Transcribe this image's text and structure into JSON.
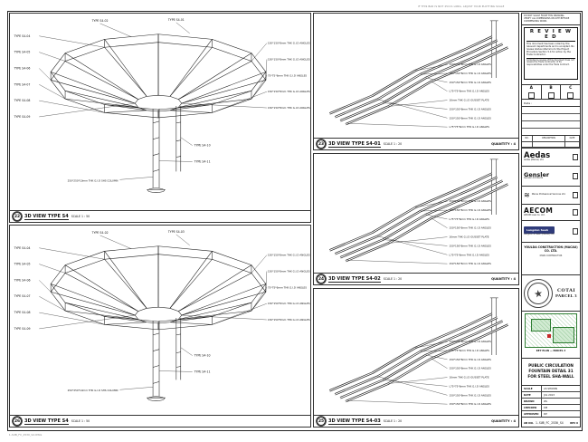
{
  "sheet": {
    "top_note": "IF THIS BAR IS NOT 25mm LONG, ADJUST YOUR PLOTTING SCALE",
    "plot_stamp": "1-SUB_FC_2530_S4.DWG"
  },
  "panels": {
    "left_top": {
      "bubble": "22",
      "title": "3D VIEW TYPE S4",
      "scale": "SCALE 1 : 50",
      "labels": [
        "TYPE S4-02",
        "TYPE S4-01",
        "TYPE S4-04",
        "TYPE S4-05",
        "TYPE S4-06",
        "TYPE S4-07",
        "TYPE S4-08",
        "TYPE S4-09",
        "150*150*8mm THK G.I.D ANGLES",
        "150*150*8mm THK G.I.D ANGLES",
        "75*75*6mm THK G.I.D ANGLES",
        "150*150*8mm THK G.I.D ANGLES",
        "150*150*8mm THK G.I.D ANGLES",
        "TYPE S4-10",
        "TYPE S4-11",
        "250*250*10mm THK G.I.D SHS COLUMN"
      ]
    },
    "left_bottom": {
      "bubble": "26",
      "title": "3D VIEW TYPE S4",
      "scale": "SCALE 1 : 50",
      "labels": [
        "TYPE S4-02",
        "TYPE S4-03",
        "TYPE S4-04",
        "TYPE S4-05",
        "TYPE S4-06",
        "TYPE S4-07",
        "TYPE S4-08",
        "TYPE S4-09",
        "150*150*8mm THK G.I.D ANGLES",
        "150*150*8mm THK G.I.D ANGLES",
        "75*75*6mm THK G.I.D ANGLES",
        "150*150*8mm THK G.I.D ANGLES",
        "150*150*8mm THK G.I.D ANGLES",
        "TYPE S4-10",
        "TYPE S4-11",
        "250*250*10mm THK G.I.D SHS COLUMN"
      ]
    },
    "mid_top": {
      "bubble": "23",
      "title": "3D VIEW TYPE S4-01",
      "scale": "SCALE 1 : 20",
      "quantity": "QUANTITY : 4",
      "labels": [
        "150*150*8mm THK G.I.D ANGLES",
        "150*150*8mm THK G.I.D ANGLES",
        "150*150*8mm THK G.I.D ANGLES",
        "L75*75*6mm THK G.I.D ANGLES",
        "16mm THK G.I.D GUSSET PLATE",
        "150*150*8mm THK G.I.D ANGLES",
        "150*150*8mm THK G.I.D ANGLES",
        "L75*75*6mm THK G.I.D ANGLES"
      ]
    },
    "mid_mid": {
      "bubble": "24",
      "title": "3D VIEW TYPE S4-02",
      "scale": "SCALE 1 : 20",
      "quantity": "QUANTITY : 4",
      "labels": [
        "150*150*8mm THK G.I.D ANGLES",
        "150*150*8mm THK G.I.D ANGLES",
        "L75*75*6mm THK G.I.D ANGLES",
        "150*150*8mm THK G.I.D ANGLES",
        "16mm THK G.I.D GUSSET PLATE",
        "150*150*8mm THK G.I.D ANGLES",
        "L75*75*6mm THK G.I.D ANGLES",
        "150*150*8mm THK G.I.D ANGLES"
      ]
    },
    "mid_bot": {
      "bubble": "25",
      "title": "3D VIEW TYPE S4-03",
      "scale": "SCALE 1 : 20",
      "quantity": "QUANTITY : 4",
      "labels": [
        "150*150*8mm THK G.I.D ANGLES",
        "L75*75*6mm THK G.I.D ANGLES",
        "150*150*8mm THK G.I.D ANGLES",
        "150*150*8mm THK G.I.D ANGLES",
        "16mm THK G.I.D GUSSET PLATE",
        "L75*75*6mm THK G.I.D ANGLES",
        "150*150*8mm THK G.I.D ANGLES",
        "150*150*8mm THK G.I.D ANGLES"
      ]
    }
  },
  "titleblock": {
    "top_lines": [
      "DO NOT SCALE FROM THIS DRAWING.",
      "VERIFY ALL DIMENSIONS ON SITE BEFORE COMMENCING WORK."
    ],
    "reviewed": {
      "title": "R E V I E W E D",
      "body": "This document has been noted by the relevant departments and is accepted. No review status referral is to the Project Procedure Section 5.4 for action by the Trade Contractor.",
      "note": "Compliance review of this document does not relieve the Trade Contractor of its responsibilities under the Trade Contract.",
      "col_a": "A",
      "col_b": "B",
      "col_c": "C",
      "date_label": "Date :"
    },
    "rev_table": {
      "c1": "NO.",
      "c2": "DESCRIPTION",
      "c3": "DATE"
    },
    "consultants": [
      {
        "brand": "Aedas",
        "name": "Aedas (Macau) Ltd."
      },
      {
        "brand": "Gensler",
        "name": "Gensler Architects"
      },
      {
        "brand": "≋",
        "name": "Macau Professional Services Ltd."
      },
      {
        "brand": "AECOM",
        "name": "AECOM Asia Co. Ltd."
      },
      {
        "brand": "Langdon Seah",
        "name": "Langdon & Seah (Macau) Ltd."
      }
    ],
    "contractor": {
      "name": "YOULDA CONSTRUCTION (MACAU) CO. LTD.",
      "role": "MAIN CONTRACTOR"
    },
    "project": {
      "line1": "COTAI",
      "line2": "PARCEL 3",
      "seal_star": "★"
    },
    "keyplan": {
      "label": "KEY PLAN — PARCEL 3"
    },
    "drawing_title": [
      "PUBLIC CIRCULATION",
      "FOUNTAIN DETAIL 31",
      "FOR STEEL SHA-WALL"
    ],
    "fields": [
      {
        "label": "SCALE",
        "value": "AS SHOWN"
      },
      {
        "label": "DATE",
        "value": "JUL 2013"
      },
      {
        "label": "DRAWN",
        "value": "WL"
      },
      {
        "label": "CHECKED",
        "value": "KM"
      },
      {
        "label": "APPROVED",
        "value": "DP"
      }
    ],
    "dwg": {
      "label": "AB NO.",
      "value": "1-SUB_FC_2530_S4",
      "rev": "REV 0"
    }
  }
}
